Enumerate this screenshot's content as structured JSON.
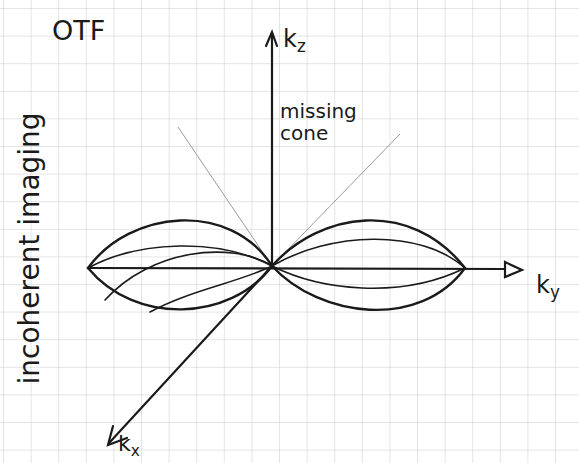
{
  "diagram": {
    "title": "OTF",
    "labels": [
      "incoherent imaging",
      "kz",
      "missing cone",
      "ky",
      "kx"
    ]
  }
}
